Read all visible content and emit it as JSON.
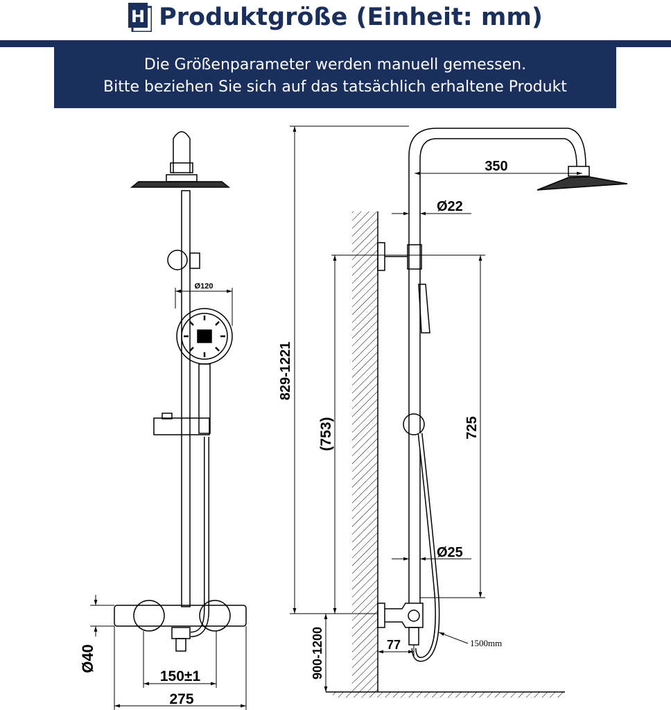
{
  "header": {
    "title": "Produktgröße (Einheit: mm)",
    "logo": "H"
  },
  "notice": {
    "line1": "Die Größenparameter werden manuell gemessen.",
    "line2": "Bitte beziehen Sie sich auf das tatsächlich erhaltene Produkt"
  },
  "front_view": {
    "handshower_diameter": "Ø120",
    "pipe_diameter": "Ø40",
    "inlet_spacing": "150±1",
    "mixer_width": "275"
  },
  "side_view": {
    "arm_length": "350",
    "upper_pipe_diameter": "Ø22",
    "lower_pipe_diameter": "Ø25",
    "total_height": "829-1221",
    "bracket_span": "(753)",
    "slider_rail": "725",
    "mount_height": "900-1200",
    "wall_offset": "77",
    "hose_length": "1500mm"
  },
  "colors": {
    "brand": "#1b2f5c"
  }
}
